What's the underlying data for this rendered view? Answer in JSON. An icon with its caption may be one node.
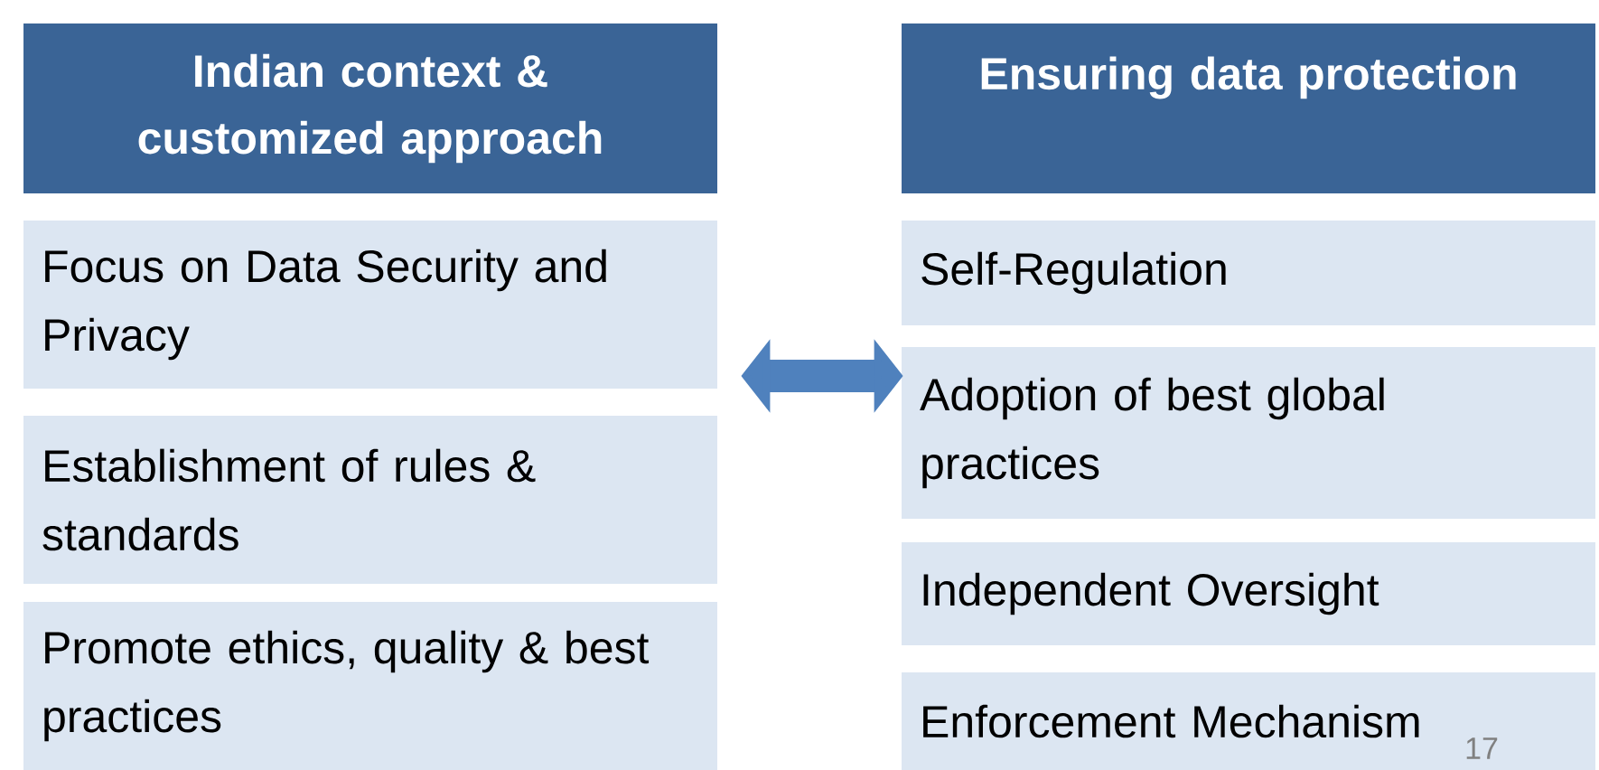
{
  "diagram": {
    "nodes": [
      {
        "text": [
          "Indian context & customized approach"
        ]
      },
      {
        "text": [
          "Focus on Data Security and Privacy"
        ]
      },
      {
        "text": [
          "Establishment of rules & standards"
        ]
      },
      {
        "text": [
          "Promote ethics, quality & best practices"
        ]
      },
      {
        "text": [
          "Ensuring data protection"
        ]
      },
      {
        "text": [
          "Self-Regulation"
        ]
      },
      {
        "text": [
          "Adoption of best global practices"
        ]
      },
      {
        "text": [
          "Independent Oversight"
        ]
      },
      {
        "text": [
          "Enforcement Mechanism"
        ]
      }
    ],
    "edges": [
      {
        "from": 1,
        "to": 6,
        "arrow": "both"
      }
    ],
    "labels": [
      "17"
    ]
  }
}
